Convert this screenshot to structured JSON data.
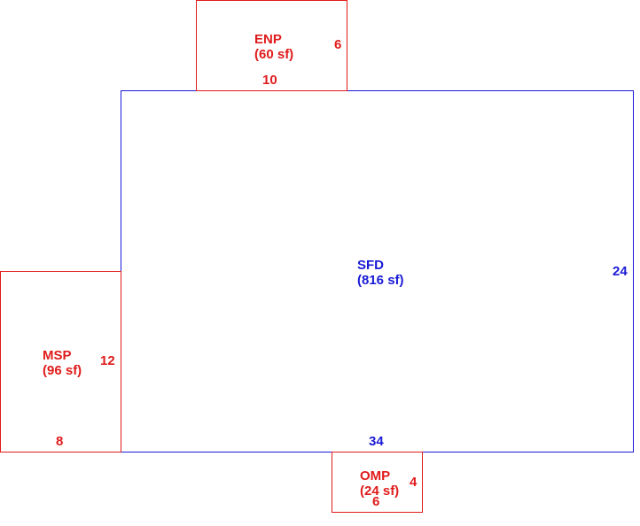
{
  "colors": {
    "main_outline": "#1a1ad6",
    "extension_outline": "#e01b1b",
    "background": "#ffffff"
  },
  "areas": {
    "sfd": {
      "code": "SFD",
      "area": "(816 sf)",
      "width_dim": "34",
      "height_dim": "24"
    },
    "enp": {
      "code": "ENP",
      "area": "(60 sf)",
      "width_dim": "10",
      "height_dim": "6"
    },
    "msp": {
      "code": "MSP",
      "area": "(96 sf)",
      "width_dim": "8",
      "height_dim": "12"
    },
    "omp": {
      "code": "OMP",
      "area": "(24 sf)",
      "width_dim": "6",
      "height_dim": "4"
    }
  }
}
